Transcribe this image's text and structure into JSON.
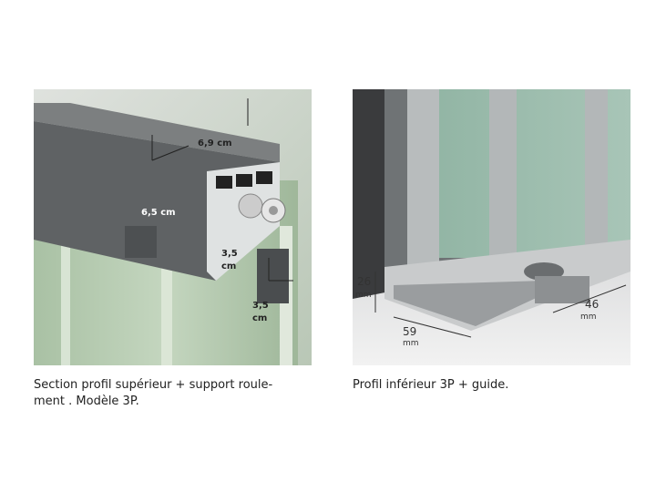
{
  "figures": [
    {
      "dimensions": [
        "6,9 cm",
        "6,5 cm",
        "3,5",
        "cm",
        "3,5",
        "cm"
      ],
      "caption_line1": "Section profil supérieur + support roule-",
      "caption_line2": "ment . Modèle 3P."
    },
    {
      "dimensions": [
        "26",
        "mm",
        "59",
        "mm",
        "46",
        "mm"
      ],
      "caption": "Profil inférieur 3P + guide."
    }
  ]
}
